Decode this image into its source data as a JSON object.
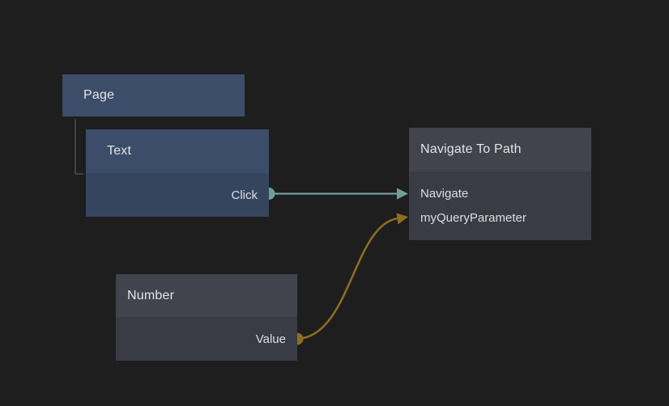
{
  "canvas": {
    "background": "#1e1e1f"
  },
  "nodes": {
    "page": {
      "title": "Page"
    },
    "text": {
      "title": "Text",
      "output_label": "Click"
    },
    "navigate": {
      "title": "Navigate To Path",
      "input1_label": "Navigate",
      "input2_label": "myQueryParameter"
    },
    "number": {
      "title": "Number",
      "output_label": "Value"
    }
  },
  "connections": [
    {
      "from": "Text.Click",
      "to": "Navigate To Path.Navigate",
      "type": "signal"
    },
    {
      "from": "Number.Value",
      "to": "Navigate To Path.myQueryParameter",
      "type": "data"
    }
  ],
  "colors": {
    "signal_connection": "#6f9e99",
    "data_connection": "#8d6e20",
    "component_node_header": "#3b4d68",
    "component_node_body": "#36455e",
    "logic_node_header": "#41444c",
    "logic_node_body": "#393c44",
    "hierarchy_line": "#4d4d4d"
  }
}
